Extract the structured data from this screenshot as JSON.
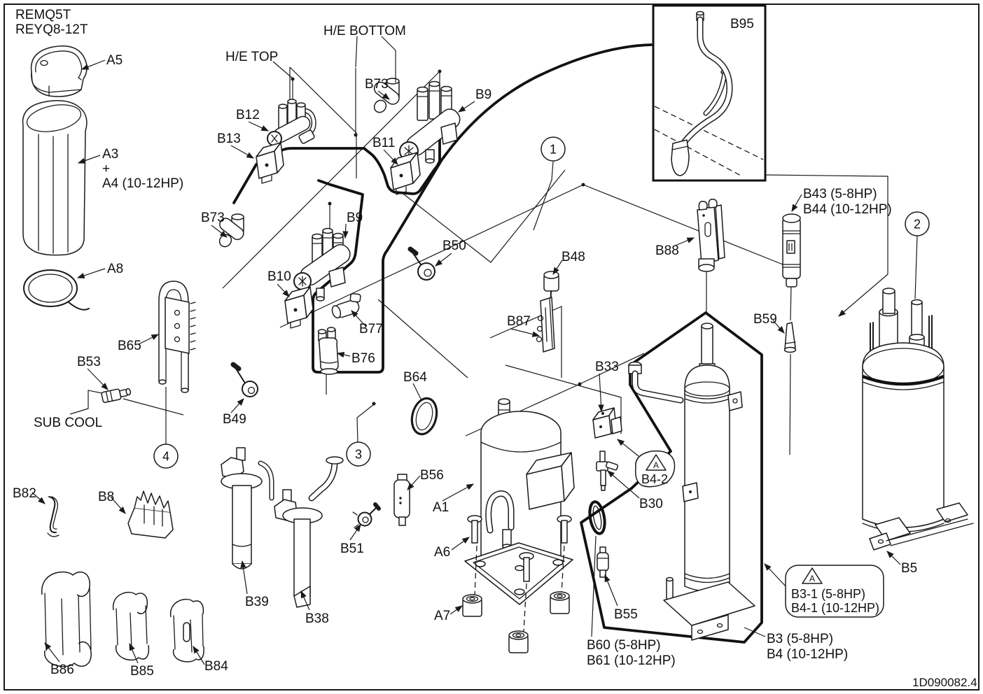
{
  "header": {
    "model_line1": "REMQ5T",
    "model_line2": "REYQ8-12T"
  },
  "footer": {
    "drawing_number": "1D090082.4"
  },
  "section_labels": {
    "he_top": "H/E TOP",
    "he_bottom": "H/E BOTTOM",
    "sub_cool": "SUB COOL"
  },
  "balloons": {
    "b1": "1",
    "b2": "2",
    "b3": "3",
    "b4": "4"
  },
  "warnings": {
    "triangle_letter": "A",
    "b4_2": "B4-2",
    "b3_1": "B3-1 (5-8HP)",
    "b4_1": "B4-1 (10-12HP)"
  },
  "callouts": {
    "a5": "A5",
    "a3": "A3",
    "a3_plus": "+",
    "a4": "A4 (10-12HP)",
    "a8": "A8",
    "b65": "B65",
    "b53": "B53",
    "b82": "B82",
    "b8": "B8",
    "b86": "B86",
    "b85": "B85",
    "b84": "B84",
    "b39": "B39",
    "b38": "B38",
    "b49": "B49",
    "b51": "B51",
    "b56": "B56",
    "b64": "B64",
    "b50": "B50",
    "b77": "B77",
    "b76": "B76",
    "b10": "B10",
    "b9_mid": "B9",
    "b73_mid": "B73",
    "b12": "B12",
    "b13": "B13",
    "b73_top": "B73",
    "b9_top": "B9",
    "b11": "B11",
    "b48": "B48",
    "b87": "B87",
    "b33": "B33",
    "b88": "B88",
    "b95": "B95",
    "b30": "B30",
    "b55": "B55",
    "b60": "B60 (5-8HP)",
    "b61": "B61 (10-12HP)",
    "b43": "B43 (5-8HP)",
    "b44": "B44 (10-12HP)",
    "b59": "B59",
    "b5": "B5",
    "b3": "B3 (5-8HP)",
    "b4": "B4 (10-12HP)",
    "a1": "A1",
    "a6": "A6",
    "a7": "A7"
  }
}
